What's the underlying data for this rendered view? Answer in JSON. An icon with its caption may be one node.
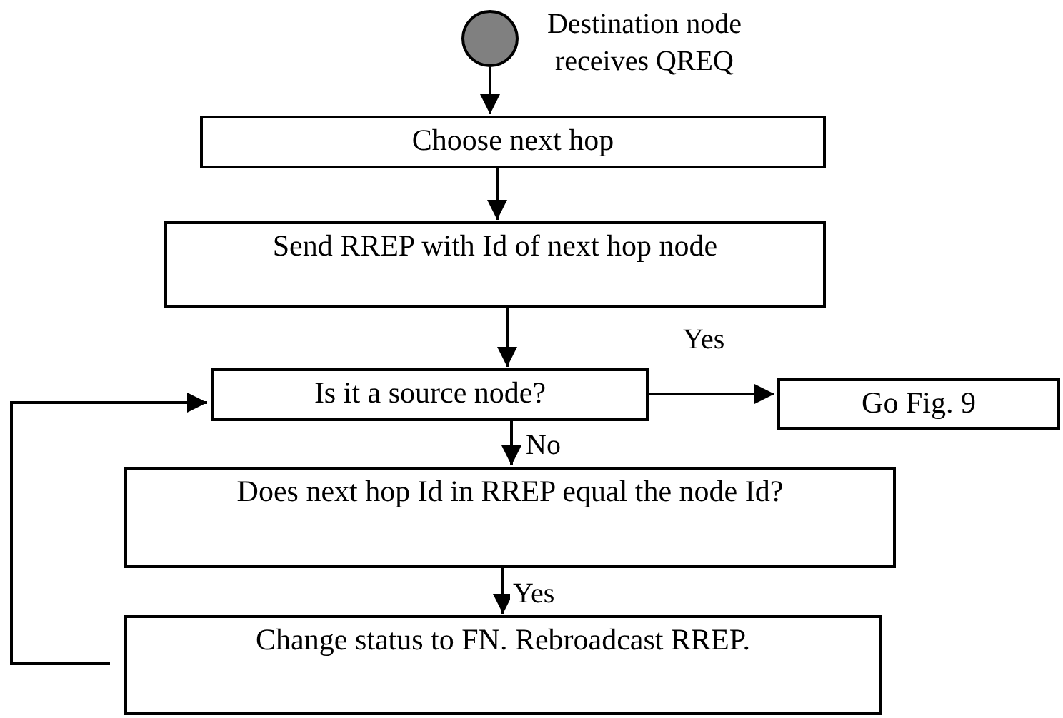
{
  "diagram": {
    "nodes": [
      {
        "text": [],
        "shape": "circle",
        "beside": [
          "Destination node receives QREQ"
        ]
      },
      {
        "text": [
          "Choose next hop"
        ]
      },
      {
        "text": [
          "Send RREP with Id of next hop node"
        ]
      },
      {
        "text": [
          "Is it a source node?"
        ]
      },
      {
        "text": [
          "Go Fig. 9"
        ]
      },
      {
        "text": [
          "Does next hop Id in RREP equal the node Id?"
        ]
      },
      {
        "text": [
          "Change status to FN. Rebroadcast RREP."
        ]
      }
    ],
    "edges": [
      {
        "from": 0,
        "to": 1,
        "arrow": "to"
      },
      {
        "from": 1,
        "to": 2,
        "arrow": "to"
      },
      {
        "from": 2,
        "to": 3,
        "arrow": "to"
      },
      {
        "from": 3,
        "to": 4,
        "arrow": "to",
        "label": "Yes"
      },
      {
        "from": 3,
        "to": 5,
        "arrow": "to",
        "label": "No"
      },
      {
        "from": 5,
        "to": 6,
        "arrow": "to",
        "label": "Yes"
      },
      {
        "from": 6,
        "to": 3,
        "arrow": "to"
      }
    ]
  }
}
